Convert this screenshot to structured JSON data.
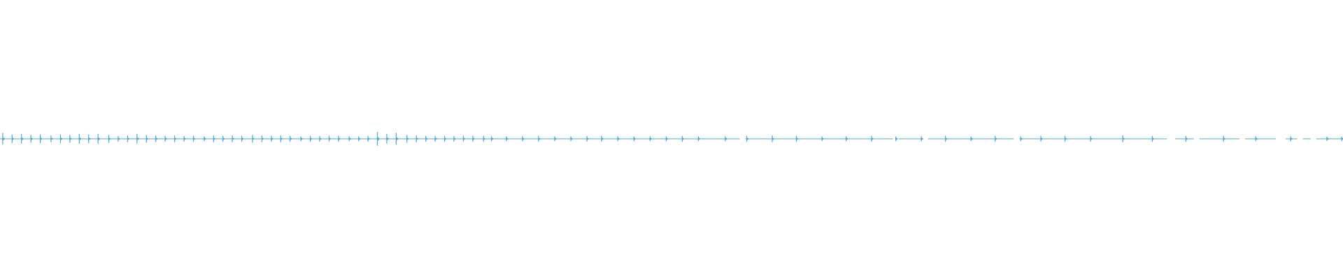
{
  "waveform": {
    "color": "#4aa9e0",
    "background": "#ffffff",
    "peak_times": [
      0.002,
      0.009,
      0.016,
      0.023,
      0.03,
      0.038,
      0.045,
      0.052,
      0.059,
      0.066,
      0.073,
      0.081,
      0.088,
      0.095,
      0.102,
      0.109,
      0.116,
      0.123,
      0.13,
      0.137,
      0.144,
      0.152,
      0.159,
      0.166,
      0.173,
      0.18,
      0.188,
      0.195,
      0.202,
      0.209,
      0.216,
      0.224,
      0.231,
      0.238,
      0.245,
      0.252,
      0.26,
      0.267,
      0.274,
      0.281,
      0.288,
      0.295,
      0.303,
      0.31,
      0.317,
      0.324,
      0.331,
      0.338,
      0.345,
      0.352,
      0.36,
      0.366,
      0.377,
      0.389,
      0.401,
      0.413,
      0.425,
      0.437,
      0.448,
      0.46,
      0.472,
      0.484,
      0.496,
      0.508,
      0.52,
      0.54,
      0.556,
      0.575,
      0.593,
      0.612,
      0.63,
      0.649,
      0.667,
      0.686,
      0.704,
      0.723,
      0.741,
      0.76,
      0.775,
      0.793,
      0.812,
      0.836,
      0.858,
      0.883,
      0.911,
      0.935,
      0.961,
      0.988,
      1.0
    ],
    "peak_levels": [
      0.6,
      0.45,
      0.5,
      0.4,
      0.45,
      0.35,
      0.45,
      0.4,
      0.5,
      0.45,
      0.5,
      0.4,
      0.3,
      0.35,
      0.5,
      0.4,
      0.35,
      0.3,
      0.35,
      0.3,
      0.3,
      0.25,
      0.35,
      0.3,
      0.35,
      0.3,
      0.4,
      0.35,
      0.3,
      0.35,
      0.3,
      0.25,
      0.3,
      0.3,
      0.3,
      0.3,
      0.25,
      0.25,
      0.3,
      0.7,
      0.5,
      0.6,
      0.4,
      0.35,
      0.3,
      0.3,
      0.3,
      0.3,
      0.3,
      0.3,
      0.3,
      0.25,
      0.25,
      0.25,
      0.3,
      0.25,
      0.25,
      0.3,
      0.3,
      0.25,
      0.25,
      0.25,
      0.25,
      0.3,
      0.25,
      0.25,
      0.3,
      0.35,
      0.3,
      0.25,
      0.25,
      0.3,
      0.25,
      0.25,
      0.3,
      0.25,
      0.3,
      0.25,
      0.3,
      0.3,
      0.3,
      0.35,
      0.3,
      0.3,
      0.3,
      0.25,
      0.25,
      0.2,
      0.15
    ],
    "gap_times": [
      0.553,
      0.667,
      0.689,
      0.757,
      0.871,
      0.873,
      0.891,
      0.925,
      0.952,
      0.955,
      0.968,
      0.978
    ]
  }
}
